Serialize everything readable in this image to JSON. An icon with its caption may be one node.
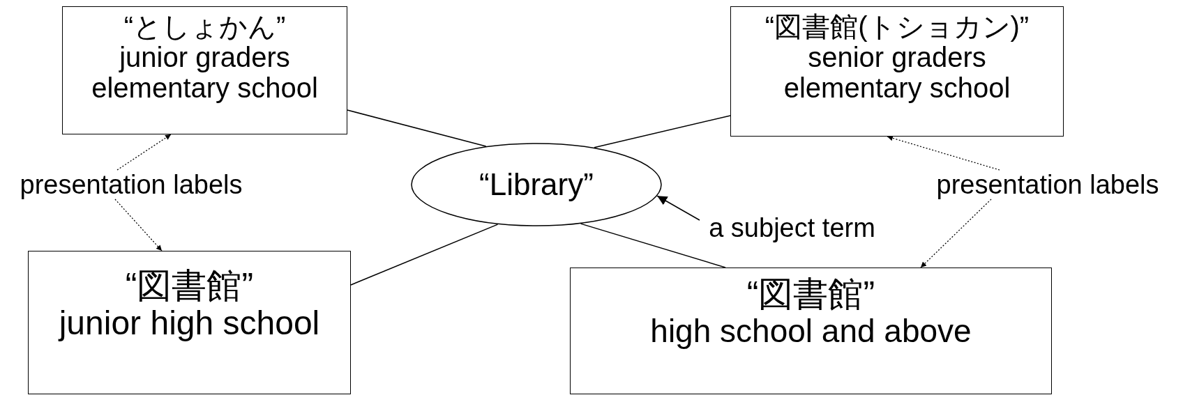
{
  "diagram": {
    "nodes": [
      {
        "text": [
          "“としょかん”",
          "junior graders elementary school"
        ]
      },
      {
        "text": [
          "“図書館(トショカン)”",
          "senior graders elementary school"
        ]
      },
      {
        "text": [
          "“Library”"
        ]
      },
      {
        "text": [
          "“図書館”",
          "junior high school"
        ]
      },
      {
        "text": [
          "“図書館”",
          "high school and above"
        ]
      },
      {
        "text": [
          "presentation labels"
        ]
      },
      {
        "text": [
          "presentation labels"
        ]
      },
      {
        "text": [
          "a subject term"
        ]
      }
    ],
    "edges": [
      {
        "from": 2,
        "to": 0,
        "arrow": "none"
      },
      {
        "from": 2,
        "to": 1,
        "arrow": "none"
      },
      {
        "from": 2,
        "to": 3,
        "arrow": "none"
      },
      {
        "from": 2,
        "to": 4,
        "arrow": "none"
      },
      {
        "from": 5,
        "to": 0,
        "arrow": "to",
        "style": "dashed"
      },
      {
        "from": 5,
        "to": 3,
        "arrow": "to",
        "style": "dashed"
      },
      {
        "from": 6,
        "to": 1,
        "arrow": "to",
        "style": "dashed"
      },
      {
        "from": 6,
        "to": 4,
        "arrow": "to",
        "style": "dashed"
      },
      {
        "from": 7,
        "to": 2,
        "arrow": "to"
      }
    ]
  }
}
